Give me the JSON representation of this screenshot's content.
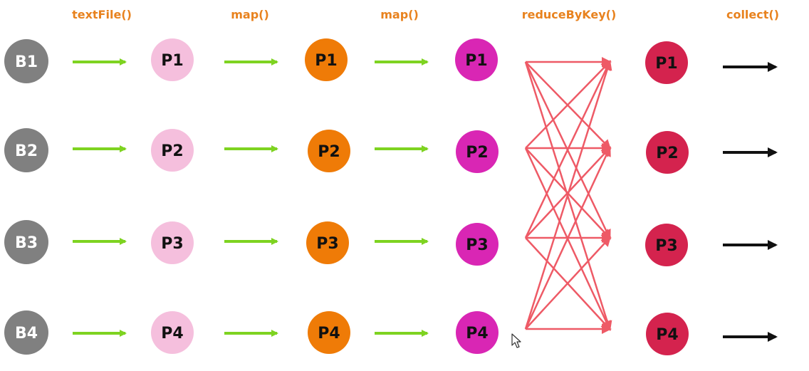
{
  "stages": [
    "textFile()",
    "map()",
    "map()",
    "reduceByKey()",
    "collect()"
  ],
  "blocks": [
    "B1",
    "B2",
    "B3",
    "B4"
  ],
  "columns": [
    {
      "labels": [
        "B1",
        "B2",
        "B3",
        "B4"
      ],
      "fill": "#808080",
      "text_color": "#ffffff"
    },
    {
      "labels": [
        "P1",
        "P2",
        "P3",
        "P4"
      ],
      "fill": "#f5bfdd",
      "text_color": "#111111"
    },
    {
      "labels": [
        "P1",
        "P2",
        "P3",
        "P4"
      ],
      "fill": "#ef7b07",
      "text_color": "#111111"
    },
    {
      "labels": [
        "P1",
        "P2",
        "P3",
        "P4"
      ],
      "fill": "#d926b4",
      "text_color": "#111111"
    },
    {
      "labels": [
        "P1",
        "P2",
        "P3",
        "P4"
      ],
      "fill": "#d4234e",
      "text_color": "#111111"
    }
  ],
  "colors": {
    "stage_label": "#e8821e",
    "forward_arrow": "#7ed321",
    "shuffle_arrow": "#ee5a66",
    "output_arrow": "#111111"
  },
  "icons": {
    "cursor": "mouse-pointer-icon"
  }
}
